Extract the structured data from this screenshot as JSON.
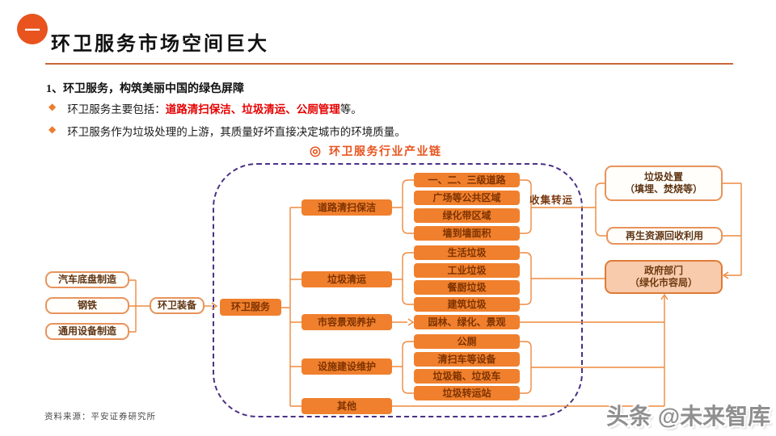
{
  "page": {
    "section_number": "一",
    "title": "环卫服务市场空间巨大",
    "heading": "1、环卫服务，构筑美丽中国的绿色屏障",
    "bullet1_prefix": "环卫服务主要包括：",
    "bullet1_highlight": "道路清扫保洁、垃圾清运、公厕管理",
    "bullet1_suffix": "等。",
    "bullet2": "环卫服务作为垃圾处理的上游，其质量好坏直接决定城市的环境质量。",
    "bullet_glyph": "◆",
    "source": "资料来源：平安证券研究所",
    "watermark": "头条 @未来智库"
  },
  "diagram": {
    "title": "环卫服务行业产业链",
    "title_icon": "◎",
    "collect_label": "收集转运",
    "upstream": [
      "汽车底盘制造",
      "钢铁",
      "通用设备制造"
    ],
    "equipment": "环卫装备",
    "core": "环卫服务",
    "categories": [
      "道路清扫保洁",
      "垃圾清运",
      "市容景观养护",
      "设施建设维护",
      "其他"
    ],
    "road_items": [
      "一、二、三级道路",
      "广场等公共区域",
      "绿化带区域",
      "墙到墙面积"
    ],
    "garbage_items": [
      "生活垃圾",
      "工业垃圾",
      "餐厨垃圾",
      "建筑垃圾"
    ],
    "landscape_item": "园林、绿化、景观",
    "facility_items": [
      "公厕",
      "清扫车等设备",
      "垃圾箱、垃圾车",
      "垃圾转运站"
    ],
    "downstream": {
      "disposal_line1": "垃圾处置",
      "disposal_line2": "（填埋、焚烧等）",
      "recycling": "再生资源回收利用",
      "government_line1": "政府部门",
      "government_line2": "（绿化市容局）"
    },
    "colors": {
      "accent": "#E8541F",
      "box_orange": "#F0802D",
      "box_text": "#7E3200",
      "dashed_border": "#4B3085",
      "connector": "#ED8A3F",
      "government_fill": "#F8CBAD",
      "highlight_red": "#E60000",
      "title_rule": "#C9653A"
    }
  }
}
